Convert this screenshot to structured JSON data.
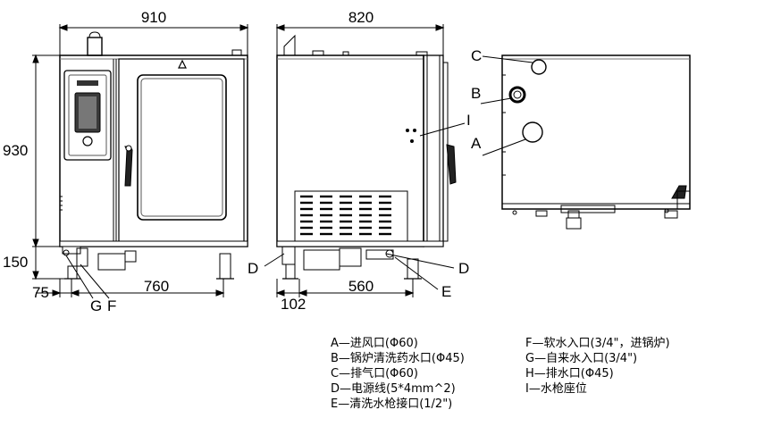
{
  "dimensions": {
    "front_width": "910",
    "front_height": "930",
    "base_height": "150",
    "foot_offset": "75",
    "foot_span": "760",
    "side_depth": "820",
    "side_offset": "102",
    "side_foot_span": "560"
  },
  "callouts": {
    "A": "A",
    "B": "B",
    "C": "C",
    "D_left": "D",
    "D_right": "D",
    "E": "E",
    "F": "F",
    "G": "G",
    "I": "I"
  },
  "legend": {
    "left": [
      "A—进风口(Φ60)",
      "B—锅炉清洗药水口(Φ45)",
      "C—排气口(Φ60)",
      "D—电源线(5*4mm^2)",
      "E—清洗水枪接口(1/2\")"
    ],
    "right": [
      "F—软水入口(3/4\"，进锅炉)",
      "G—自来水入口(3/4\")",
      "H—排水口(Φ45)",
      "I—水枪座位"
    ]
  }
}
